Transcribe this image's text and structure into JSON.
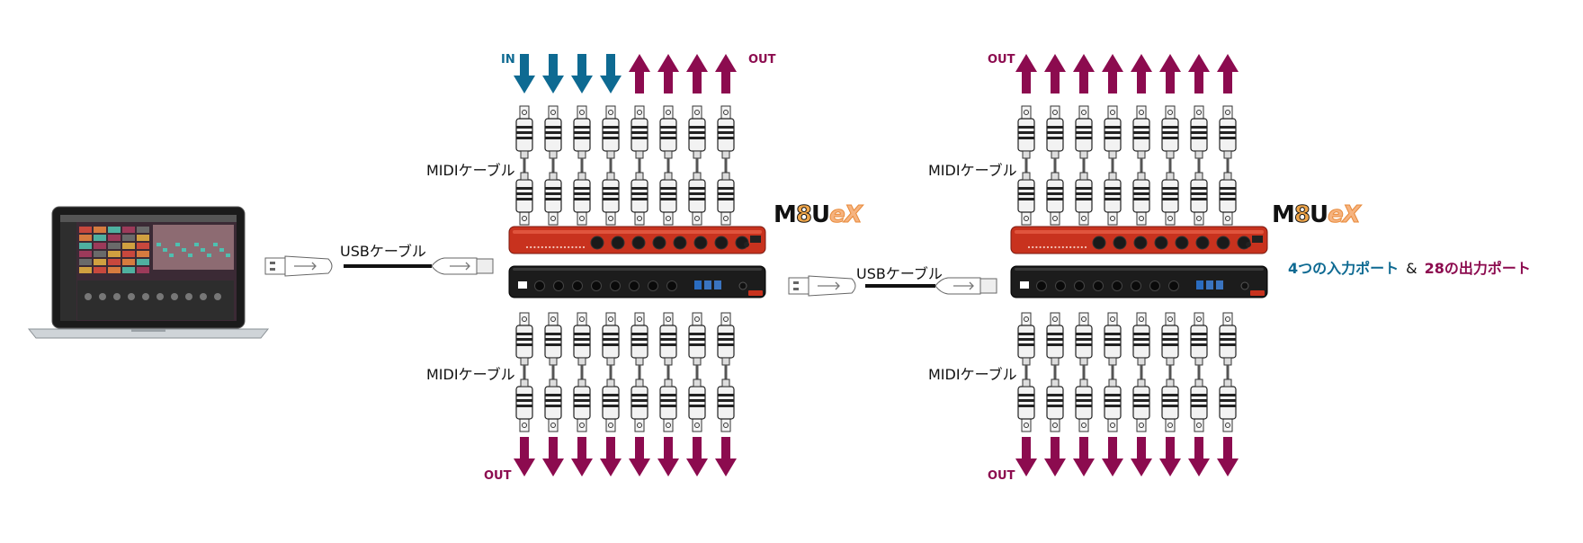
{
  "colors": {
    "in": "#0e6a92",
    "out": "#8c0b4f",
    "device_red": "#c8321e",
    "device_black": "#1c1c1c"
  },
  "labels": {
    "in": "IN",
    "out": "OUT",
    "midi_cable": "MIDIケーブル",
    "usb_cable": "USBケーブル"
  },
  "brand": {
    "m": "M",
    "e": "8",
    "u": "U",
    "ex": "eX"
  },
  "caption": {
    "inputs": "4つの入力ポート",
    "amp": "&",
    "outputs": "28の出力ポート"
  },
  "icons": [
    "laptop-icon",
    "usb-a-plug-icon",
    "usb-b-plug-icon",
    "midi-din-plug-icon",
    "arrow-down-icon",
    "arrow-up-icon"
  ],
  "unit1": {
    "top_arrows": [
      "in",
      "in",
      "in",
      "in",
      "out",
      "out",
      "out",
      "out"
    ],
    "bottom_arrows": [
      "out",
      "out",
      "out",
      "out",
      "out",
      "out",
      "out",
      "out"
    ]
  },
  "unit2": {
    "top_arrows": [
      "out",
      "out",
      "out",
      "out",
      "out",
      "out",
      "out",
      "out"
    ],
    "bottom_arrows": [
      "out",
      "out",
      "out",
      "out",
      "out",
      "out",
      "out",
      "out"
    ]
  }
}
